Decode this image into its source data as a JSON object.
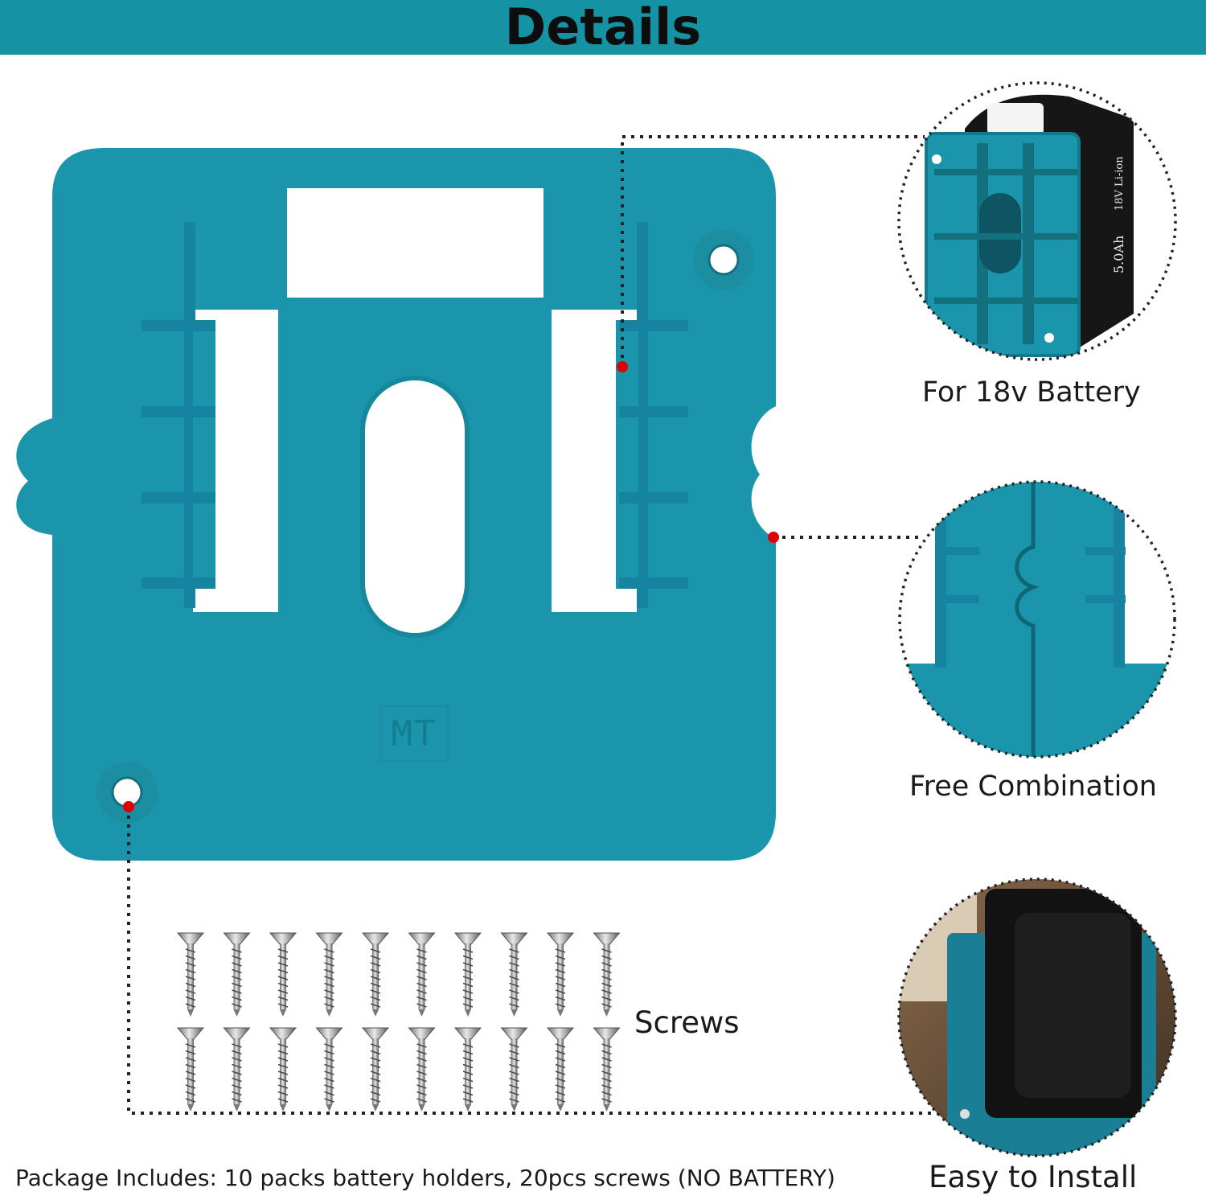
{
  "header": {
    "title": "Details"
  },
  "features": [
    {
      "label": "For 18v Battery"
    },
    {
      "label": "Free Combination"
    },
    {
      "label": "Easy to Install"
    }
  ],
  "screws": {
    "label": "Screws",
    "count": 20
  },
  "package": {
    "text": "Package Includes: 10 packs battery holders, 20pcs screws (NO BATTERY)"
  },
  "product": {
    "brand_mark": "MT"
  },
  "battery": {
    "capacity_text": "5.0Ah",
    "voltage_text": "18V Li-ion"
  },
  "colors": {
    "banner": "#1593a4",
    "holder": "#1b95ab",
    "holder_dark": "#147e90",
    "marker": "#e00000",
    "battery": "#161616"
  },
  "icons": [
    "screw-icon",
    "red-dot-marker"
  ]
}
